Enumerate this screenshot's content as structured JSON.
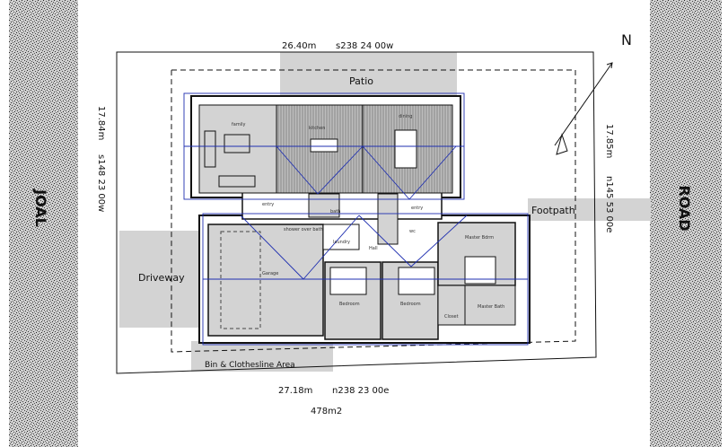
{
  "boundary": {
    "top_dim": "26.40m",
    "top_bearing": "s238 24 00w",
    "left_dim": "17.84m",
    "left_bearing": "s148 23 00w",
    "right_dim": "17.85m",
    "right_bearing": "n145 53 00e",
    "bottom_dim": "27.18m",
    "bottom_bearing": "n238 23 00e",
    "area": "478m2"
  },
  "roads": {
    "left": "JOAL",
    "right": "ROAD"
  },
  "north_label": "N",
  "areas": {
    "patio": "Patio",
    "driveway": "Driveway",
    "footpath": "Footpath",
    "bin": "Bin & Clothesline Area"
  },
  "rooms": {
    "family": "family",
    "kitchen": "kitchen",
    "dining": "dining",
    "entry_left": "entry",
    "bath": "bath",
    "entry_right": "entry",
    "shower": "shower over bath",
    "laundry": "laundry",
    "garage": "Garage",
    "hall": "Hall",
    "bedroom1": "Bedroom",
    "bedroom2": "Bedroom",
    "master": "Master Bdrm",
    "closet": "Closet",
    "ensuite": "Master Bath",
    "wc": "wc"
  },
  "colors": {
    "shade": "#d3d3d3",
    "hatch": "#909090",
    "wall": "#111111",
    "guide": "#1f2fb0"
  }
}
